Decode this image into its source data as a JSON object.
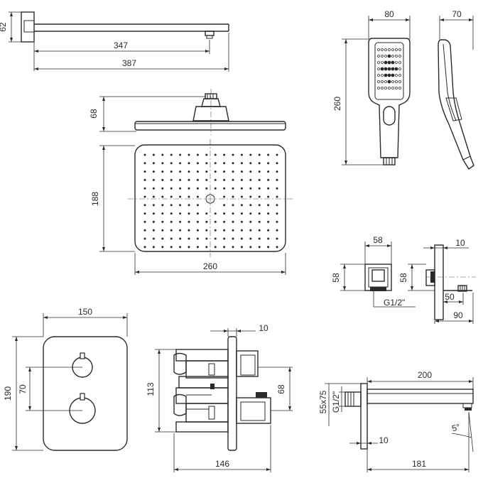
{
  "dimensions": {
    "arm_height": "62",
    "arm_reach": "347",
    "arm_length": "387",
    "head_height": "68",
    "head_depth": "188",
    "head_width": "260",
    "hand_width": "80",
    "hand_depth": "70",
    "hand_length": "260",
    "outlet_width": "58",
    "outlet_height": "58",
    "outlet_side_height": "58",
    "outlet_thread": "G1/2\"",
    "outlet_plate": "10",
    "outlet_offset": "50",
    "outlet_projection": "90",
    "panel_width": "150",
    "panel_height": "190",
    "knob_spacing": "70",
    "plate_thickness": "10",
    "body_depth": "113",
    "body_offset": "68",
    "body_length": "146",
    "spout_length": "200",
    "spout_plate": "55x75",
    "spout_thread": "G1/2\"",
    "spout_gap": "10",
    "spout_projection": "181",
    "spout_angle": "5°"
  }
}
